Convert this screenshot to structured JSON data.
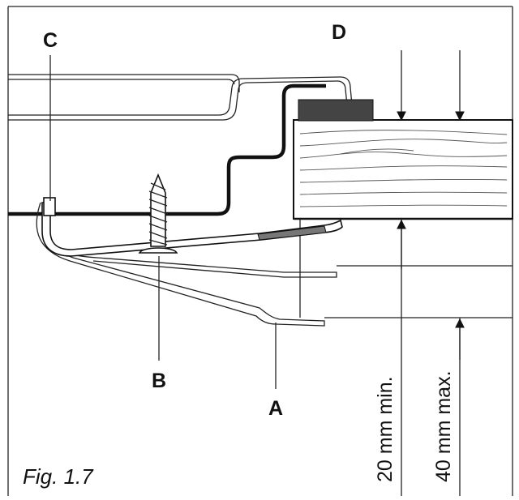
{
  "labels": {
    "a": "A",
    "b": "B",
    "c": "C",
    "d": "D"
  },
  "dimensions": {
    "min": "20 mm min.",
    "max": "40 mm max."
  },
  "caption": "Fig. 1.7"
}
